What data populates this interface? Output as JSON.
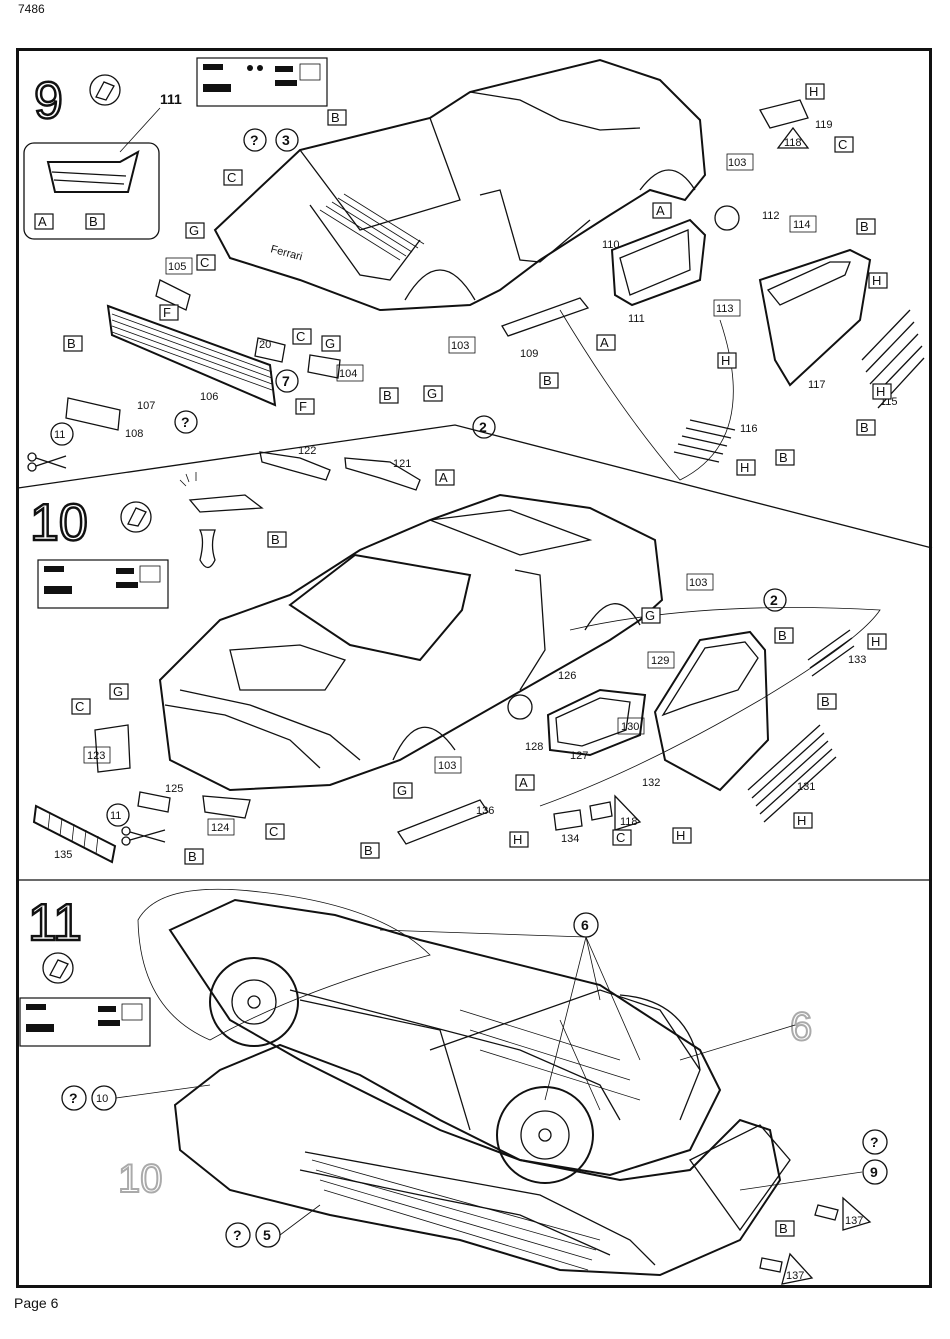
{
  "header": {
    "kit_code": "7486"
  },
  "footer": {
    "page_label": "Page 6"
  },
  "steps": [
    {
      "number": "9",
      "part_numbers": [
        "111",
        "103",
        "112",
        "114",
        "110",
        "113",
        "119",
        "118",
        "105",
        "20",
        "104",
        "103",
        "109",
        "106",
        "107",
        "108",
        "111",
        "117",
        "115",
        "116"
      ],
      "sub_references": [
        "3",
        "7",
        "11",
        "2"
      ],
      "color_codes": [
        "A",
        "B",
        "C",
        "F",
        "G",
        "H"
      ]
    },
    {
      "number": "10",
      "part_numbers": [
        "122",
        "121",
        "103",
        "126",
        "129",
        "130",
        "133",
        "123",
        "125",
        "124",
        "103",
        "128",
        "127",
        "132",
        "131",
        "118",
        "134",
        "135",
        "136"
      ],
      "sub_references": [
        "2",
        "11"
      ],
      "color_codes": [
        "A",
        "B",
        "C",
        "G",
        "H"
      ]
    },
    {
      "number": "11",
      "part_numbers": [
        "137",
        "137"
      ],
      "sub_references": [
        "6",
        "9",
        "10",
        "5"
      ],
      "ghost_labels": [
        "6",
        "10"
      ],
      "color_codes": [
        "B"
      ]
    }
  ],
  "icons": [
    "decal-icon",
    "scissors-icon",
    "glue-icon",
    "question-icon",
    "warning-triangle-icon"
  ]
}
